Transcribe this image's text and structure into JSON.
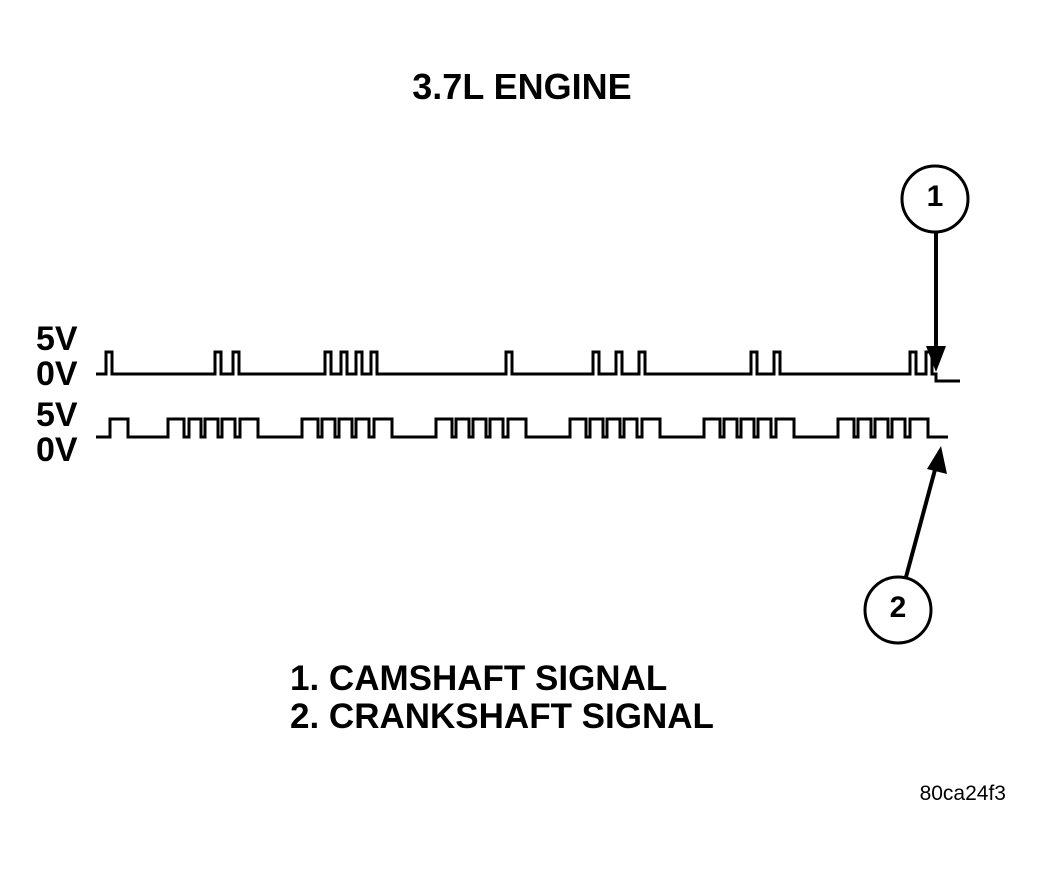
{
  "title": "3.7L ENGINE",
  "signals": {
    "camshaft": {
      "high_label": "5V",
      "low_label": "0V"
    },
    "crankshaft": {
      "high_label": "5V",
      "low_label": "0V"
    }
  },
  "callouts": [
    {
      "number": "1"
    },
    {
      "number": "2"
    }
  ],
  "legend": [
    "1. CAMSHAFT SIGNAL",
    "2. CRANKSHAFT SIGNAL"
  ],
  "figure_code": "80ca24f3",
  "line_color": "#000000"
}
